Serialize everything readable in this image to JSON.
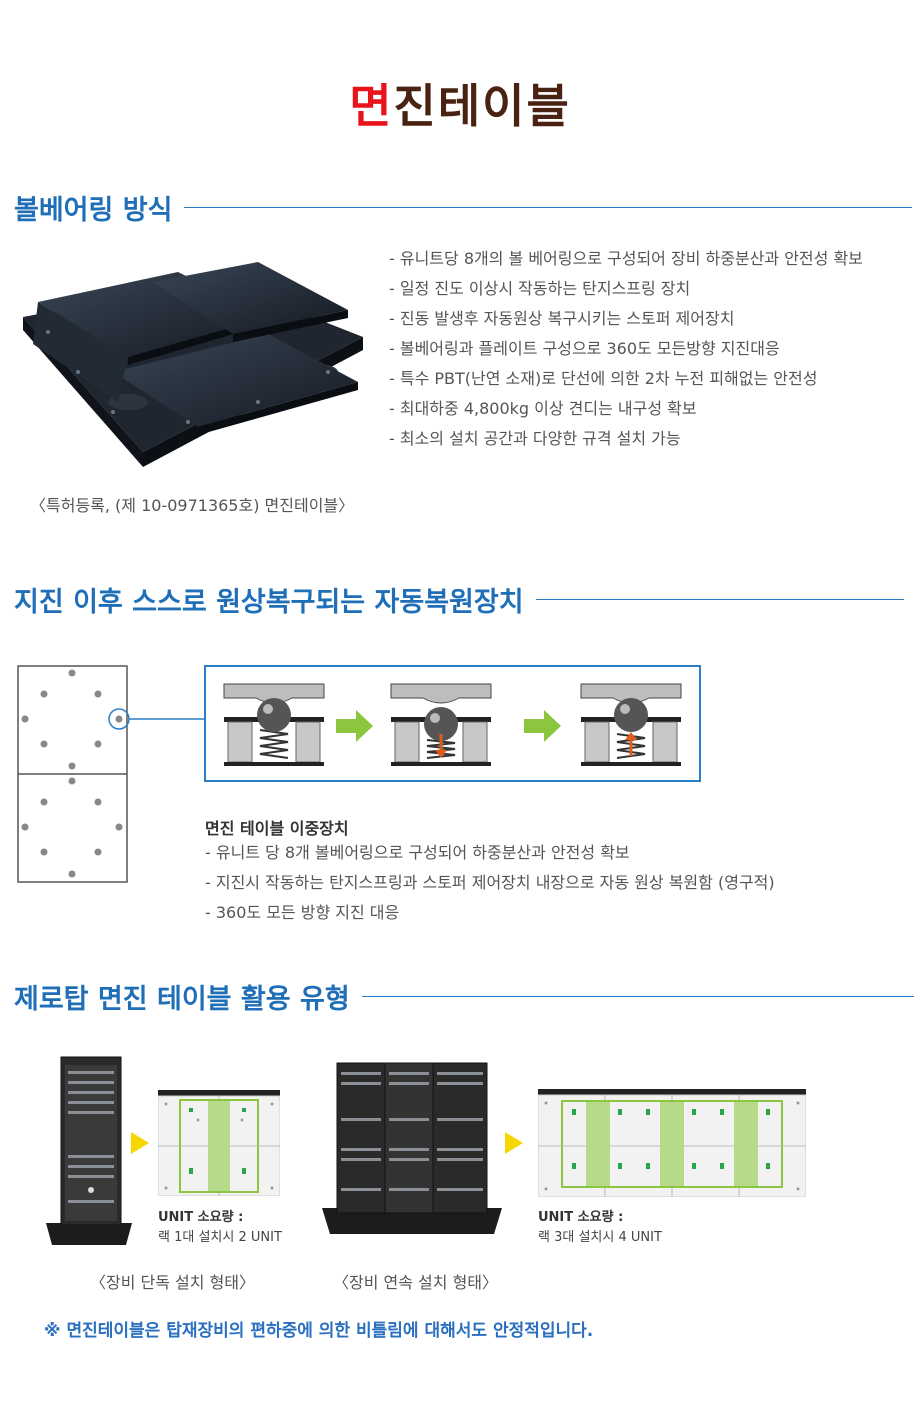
{
  "title": {
    "highlight": "면",
    "rest": "진테이블"
  },
  "section1": {
    "heading": "볼베어링 방식",
    "bullets": [
      "- 유니트당 8개의 볼 베어링으로 구성되어 장비 하중분산과 안전성 확보",
      "- 일정 진도 이상시 작동하는 탄지스프링 장치",
      "- 진동 발생후 자동원상 복구시키는 스토퍼 제어장치",
      "- 볼베어링과 플레이트 구성으로 360도 모든방향 지진대응",
      "- 특수 PBT(난연 소재)로 단선에 의한 2차 누전 피해없는 안전성",
      "- 최대하중 4,800kg 이상 견디는 내구성 확보",
      "- 최소의 설치 공간과 다양한 규격 설치 가능"
    ],
    "caption": "〈특허등록, (제 10-0971365호) 면진테이블〉"
  },
  "section2": {
    "heading": "지진 이후 스스로 원상복구되는 자동복원장치",
    "subtitle": "면진 테이블 이중장치",
    "bullets": [
      "- 유니트 당 8개 볼베어링으로 구성되어 하중분산과 안전성 확보",
      "- 지진시 작동하는 탄지스프링과 스토퍼 제어장치 내장으로 자동 원상 복원함 (영구적)",
      "- 360도 모든 방향 지진 대응"
    ]
  },
  "section3": {
    "heading": "제로탑 면진 테이블 활용 유형",
    "single": {
      "unit_label": "UNIT 소요량 :",
      "unit_value": "랙 1대 설치시 2 UNIT",
      "caption": "〈장비 단독 설치 형태〉"
    },
    "multi": {
      "unit_label": "UNIT 소요량 :",
      "unit_value": "랙 3대 설치시 4 UNIT",
      "caption": "〈장비 연속 설치 형태〉"
    },
    "note": "※ 면진테이블은 탑재장비의 편하중에 의한 비틀림에 대해서도 안정적입니다."
  },
  "colors": {
    "accent": "#1f6fb8",
    "title_red": "#e8141c",
    "title_brown": "#4a2212",
    "arrow_green": "#8cc63f",
    "arrow_yellow": "#f5d800"
  }
}
